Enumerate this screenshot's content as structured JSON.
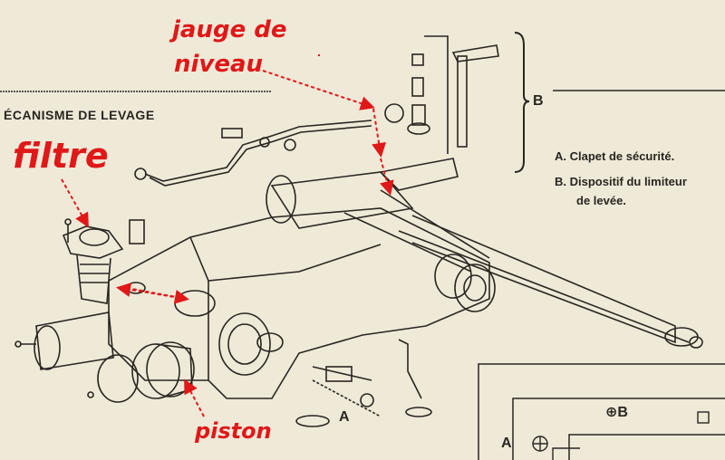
{
  "section_title": "ÉCANISME DE LEVAGE",
  "bracket_label": "B",
  "legend": {
    "a_line": "A.  Clapet de sécurité.",
    "b_line1": "B.  Dispositif du limiteur",
    "b_line2": "de levée."
  },
  "annotations": {
    "jauge_line1": "jauge de",
    "jauge_line2": "niveau",
    "filtre": "filtre",
    "piston": "piston"
  },
  "inset_labels": {
    "a_marker": "A",
    "b_marker": "⊕B",
    "a_marker_2": "A"
  },
  "colors": {
    "paper": "#efe9d8",
    "ink": "#2a2620",
    "annotation": "#e01818"
  }
}
